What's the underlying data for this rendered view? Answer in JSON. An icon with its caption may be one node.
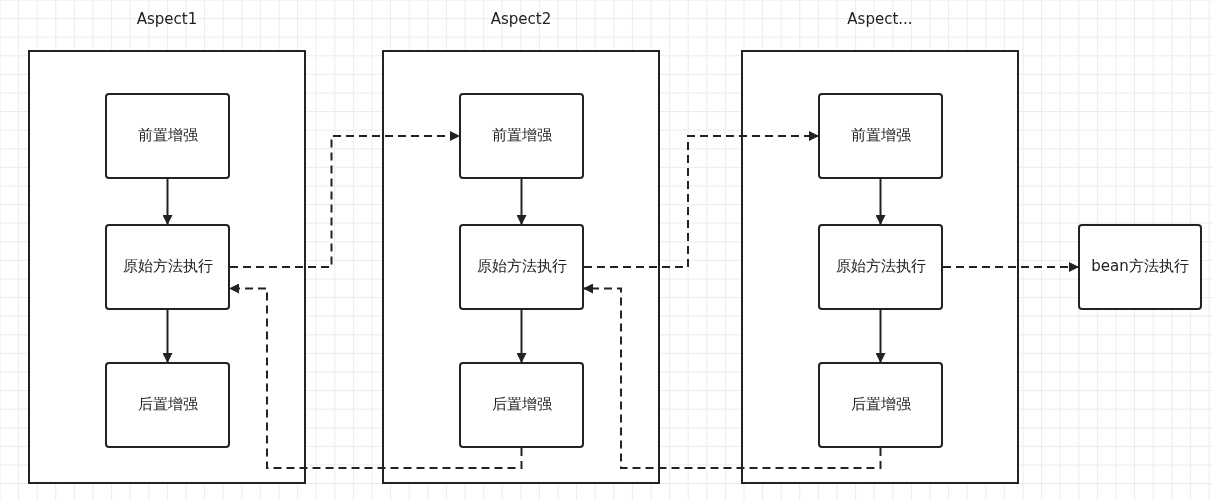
{
  "diagram": {
    "nodes": [
      {
        "text": [
          "Aspect1"
        ]
      },
      {
        "text": [
          "前置增强"
        ],
        "in": 0
      },
      {
        "text": [
          "原始方法执行"
        ],
        "in": 0
      },
      {
        "text": [
          "后置增强"
        ],
        "in": 0
      },
      {
        "text": [
          "Aspect2"
        ]
      },
      {
        "text": [
          "前置增强"
        ],
        "in": 4
      },
      {
        "text": [
          "原始方法执行"
        ],
        "in": 4
      },
      {
        "text": [
          "后置增强"
        ],
        "in": 4
      },
      {
        "text": [
          "Aspect..."
        ]
      },
      {
        "text": [
          "前置增强"
        ],
        "in": 8
      },
      {
        "text": [
          "原始方法执行"
        ],
        "in": 8
      },
      {
        "text": [
          "后置增强"
        ],
        "in": 8
      },
      {
        "text": [
          "bean方法执行"
        ]
      }
    ],
    "edges": [
      {
        "from": 1,
        "to": 2,
        "arrow": "to"
      },
      {
        "from": 2,
        "to": 3,
        "arrow": "to"
      },
      {
        "from": 2,
        "to": 5,
        "arrow": "to",
        "style": "dashed"
      },
      {
        "from": 5,
        "to": 6,
        "arrow": "to"
      },
      {
        "from": 6,
        "to": 7,
        "arrow": "to"
      },
      {
        "from": 6,
        "to": 9,
        "arrow": "to",
        "style": "dashed"
      },
      {
        "from": 9,
        "to": 10,
        "arrow": "to"
      },
      {
        "from": 10,
        "to": 11,
        "arrow": "to"
      },
      {
        "from": 10,
        "to": 12,
        "arrow": "to",
        "style": "dashed"
      },
      {
        "from": 7,
        "to": 2,
        "arrow": "to",
        "style": "dashed"
      },
      {
        "from": 11,
        "to": 6,
        "arrow": "to",
        "style": "dashed"
      }
    ]
  }
}
